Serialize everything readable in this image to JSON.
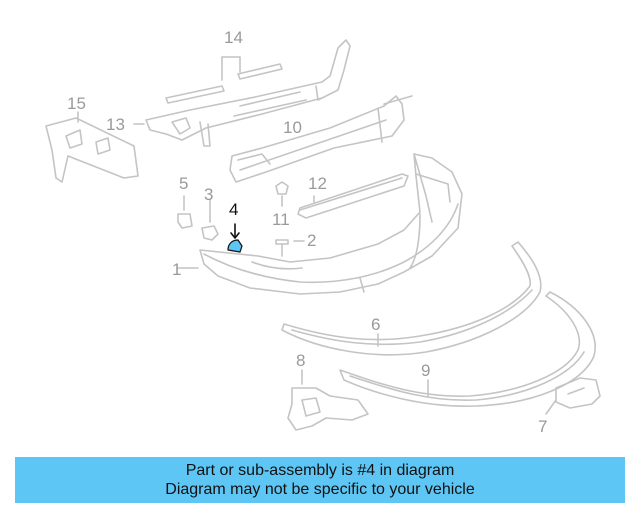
{
  "diagram": {
    "highlighted_part": "4",
    "highlight_color": "#5ec6f4",
    "line_color": "#c4c4c4",
    "labels": {
      "p1": "1",
      "p2": "2",
      "p3": "3",
      "p4": "4",
      "p5": "5",
      "p6": "6",
      "p7": "7",
      "p8": "8",
      "p9": "9",
      "p10": "10",
      "p11": "11",
      "p12": "12",
      "p13": "13",
      "p14": "14",
      "p15": "15"
    }
  },
  "banner": {
    "line1": "Part or sub-assembly is #4 in diagram",
    "line2": "Diagram may not be specific to your vehicle",
    "background": "#5ec6f4"
  }
}
